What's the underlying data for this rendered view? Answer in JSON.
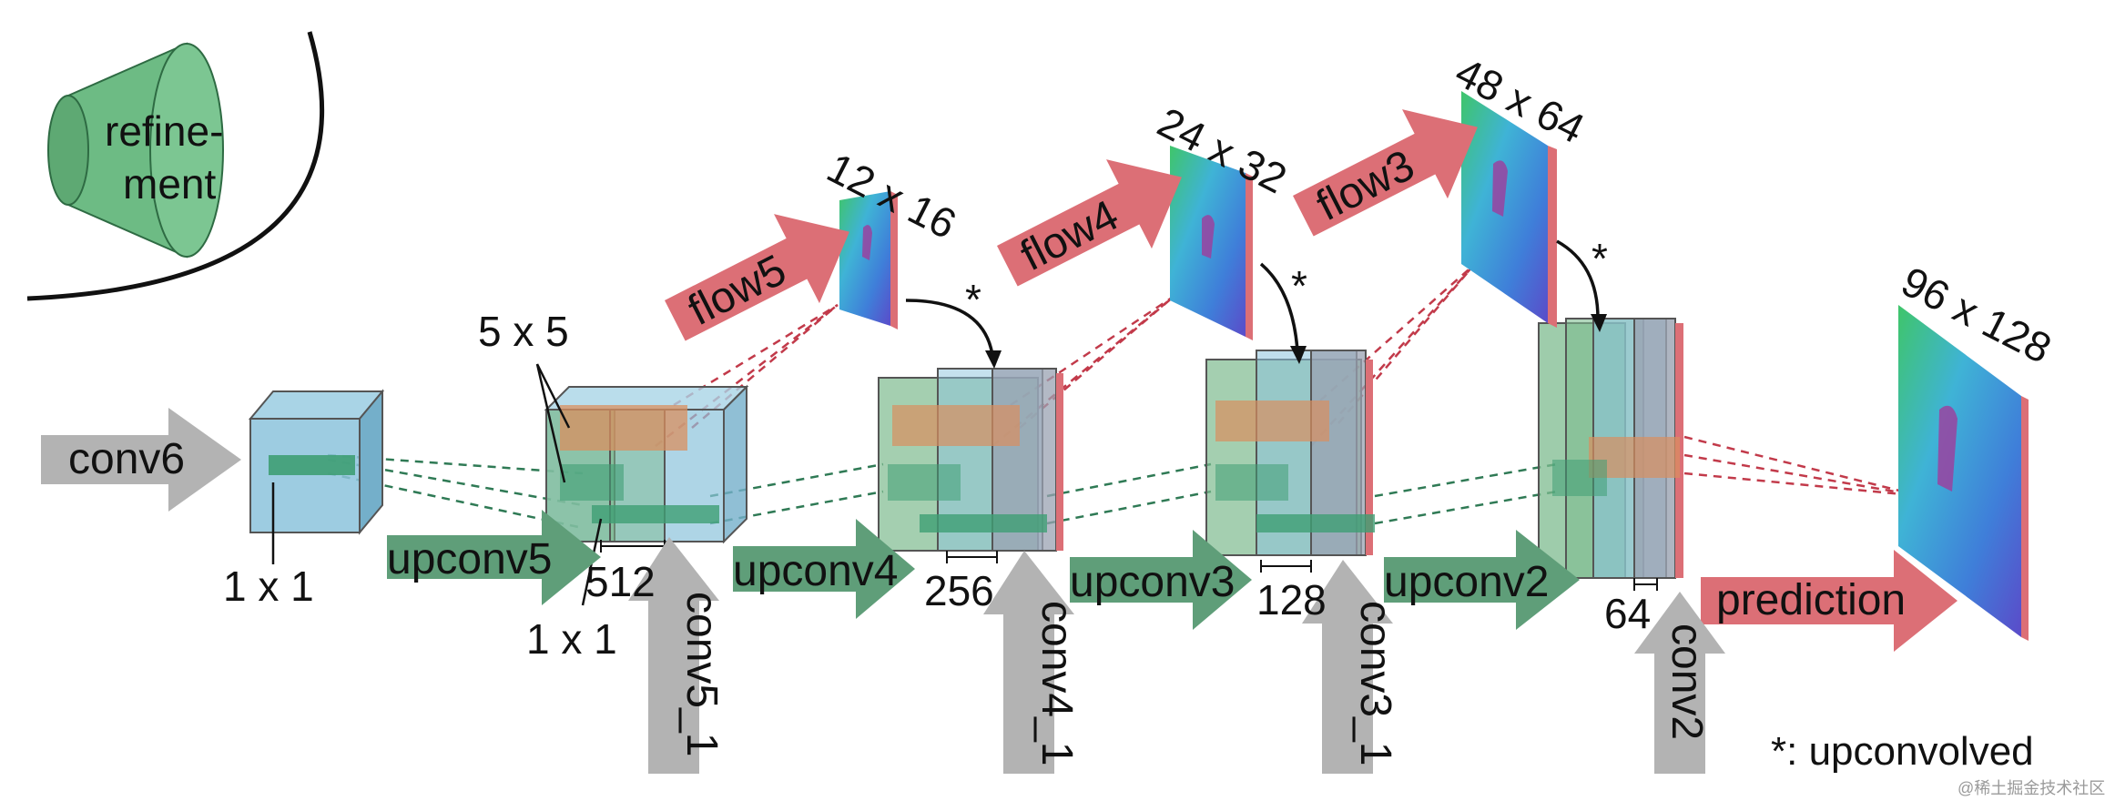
{
  "legend": {
    "label": "refine-\nment"
  },
  "dims": {
    "conv6_kernel": "1 x 1",
    "kernel_5x5": "5 x 5",
    "kernel_1x1": "1 x 1",
    "ch_512": "512",
    "ch_256": "256",
    "ch_128": "128",
    "ch_64": "64"
  },
  "arrows": {
    "conv6": "conv6",
    "upconv5": "upconv5",
    "upconv4": "upconv4",
    "upconv3": "upconv3",
    "upconv2": "upconv2",
    "conv5_1": "conv5_1",
    "conv4_1": "conv4_1",
    "conv3_1": "conv3_1",
    "conv2": "conv2",
    "flow5": "flow5",
    "flow4": "flow4",
    "flow3": "flow3",
    "prediction": "prediction"
  },
  "flow_sizes": {
    "flow5": "12 x 16",
    "flow4": "24 x 32",
    "flow3": "48 x 64",
    "prediction": "96 x 128"
  },
  "marks": {
    "star": "*"
  },
  "footnote": "*: upconvolved",
  "watermark": "@稀土掘金技术社区",
  "colors": {
    "gray_arrow": "#b3b3b3",
    "green_arrow": "#5f9e79",
    "red_arrow": "#dc6f76",
    "blue_block": "#8cc3dc",
    "green_block": "#7dbb8f",
    "orange_block": "#d98f5f",
    "red_dash": "#c23a4a",
    "green_dash": "#2f7a55"
  }
}
